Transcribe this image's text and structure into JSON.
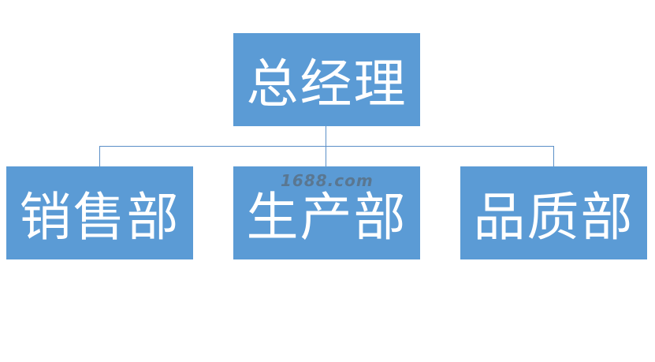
{
  "chart": {
    "root": {
      "label": "总经理"
    },
    "children": [
      {
        "label": "销售部"
      },
      {
        "label": "生产部"
      },
      {
        "label": "品质部"
      }
    ]
  },
  "watermark": "1688.com",
  "colors": {
    "box_fill": "#5b9bd5",
    "box_text": "#ffffff",
    "connector": "#5b8fc7"
  }
}
